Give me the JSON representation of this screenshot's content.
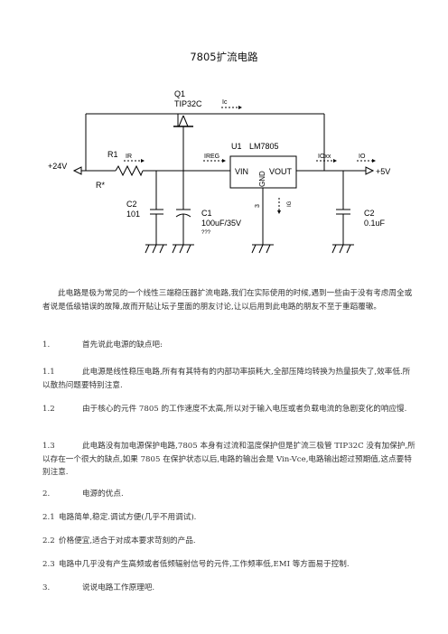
{
  "title": "7805扩流电路",
  "circuit": {
    "q1_label": "Q1",
    "q1_part": "TIP32C",
    "ic_label": "Ic",
    "u1_label": "U1",
    "u1_part": "LM7805",
    "r1_label": "R1",
    "ir_label": "IR",
    "ireg_label": "IREG",
    "iox_label": "IOxx",
    "io_label": "IO",
    "vin_label": "+24V",
    "vout_label": "+5V",
    "rstar_label": "R*",
    "pin_vin": "VIN",
    "pin_gnd": "GND",
    "pin_vout": "VOUT",
    "pin3": "3",
    "ig_label": "IG",
    "c2a_label": "C2",
    "c2a_value": "101",
    "c1_label": "C1",
    "c1_value": "100uF/35V",
    "c1_note": "???",
    "c2b_label": "C2",
    "c2b_value": "0.1uF"
  },
  "paragraphs": [
    "此电路是极为常见的一个线性三端稳压器扩流电路,我们在实际使用的时候,遇到一些由于没有考虑周全或者说是低级错误的故障,故而开贴让坛子里面的朋友讨论,让以后用到此电路的朋友不至于重蹈覆辙。",
    "首先说此电源的缺点吧:",
    "此电源是线性稳压电路,所有有其特有的内部功率损耗大,全部压降均转换为热量损失了,效率低.所以散热问题要特别注意.",
    "由于核心的元件 7805 的工作速度不太高,所以对于输入电压或者负载电流的急剧变化的响应慢.",
    "此电路没有加电源保护电路,7805 本身有过流和温度保护但是扩流三极管 TIP32C 没有加保护,所以存在一个很大的缺点,如果 7805 在保护状态以后,电路的输出会是 Vin-Vce,电路输出超过预期值,这点要特别注意.",
    "电源的优点.",
    "电路简单,稳定.调试方便(几乎不用调试).",
    "价格便宜,适合于对成本要求苛刻的产品.",
    "电路中几乎没有产生高频或者低频辐射信号的元件,工作频率低,EMI 等方面易于控制.",
    "说说电路工作原理吧."
  ],
  "numbers": [
    "1.",
    "1.1",
    "1.2",
    "1.3",
    "2.",
    "2.1",
    "2.2",
    "2.3",
    "3."
  ]
}
